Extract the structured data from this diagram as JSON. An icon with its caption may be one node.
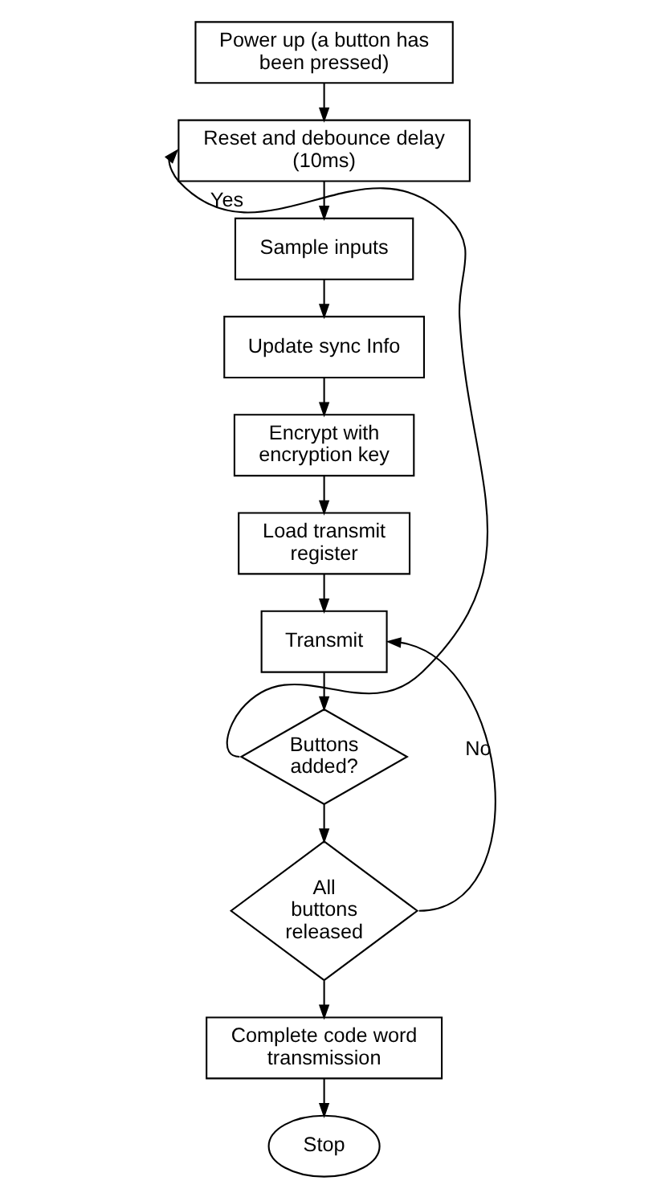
{
  "diagram": {
    "nodes": [
      {
        "text": [
          "Power up (a button has been pressed)"
        ]
      },
      {
        "text": [
          "Reset and debounce delay (10ms)"
        ]
      },
      {
        "text": [
          "Sample inputs"
        ]
      },
      {
        "text": [
          "Update sync Info"
        ]
      },
      {
        "text": [
          "Encrypt with encryption key"
        ]
      },
      {
        "text": [
          "Load transmit register"
        ]
      },
      {
        "text": [
          "Transmit"
        ]
      },
      {
        "text": [
          "Buttons added?"
        ]
      },
      {
        "text": [
          "All buttons released"
        ]
      },
      {
        "text": [
          "Complete code word transmission"
        ]
      },
      {
        "text": [
          "Stop"
        ]
      }
    ],
    "edges": [
      {
        "from": 0,
        "to": 1,
        "arrow": "to"
      },
      {
        "from": 1,
        "to": 2,
        "arrow": "to"
      },
      {
        "from": 2,
        "to": 3,
        "arrow": "to"
      },
      {
        "from": 3,
        "to": 4,
        "arrow": "to"
      },
      {
        "from": 4,
        "to": 5,
        "arrow": "to"
      },
      {
        "from": 5,
        "to": 6,
        "arrow": "to"
      },
      {
        "from": 6,
        "to": 7,
        "arrow": "to"
      },
      {
        "from": 7,
        "to": 1,
        "arrow": "to",
        "label": "Yes"
      },
      {
        "from": 7,
        "to": 8,
        "arrow": "to"
      },
      {
        "from": 8,
        "to": 6,
        "arrow": "to",
        "label": "No"
      },
      {
        "from": 8,
        "to": 9,
        "arrow": "to"
      },
      {
        "from": 9,
        "to": 10,
        "arrow": "to"
      }
    ]
  }
}
